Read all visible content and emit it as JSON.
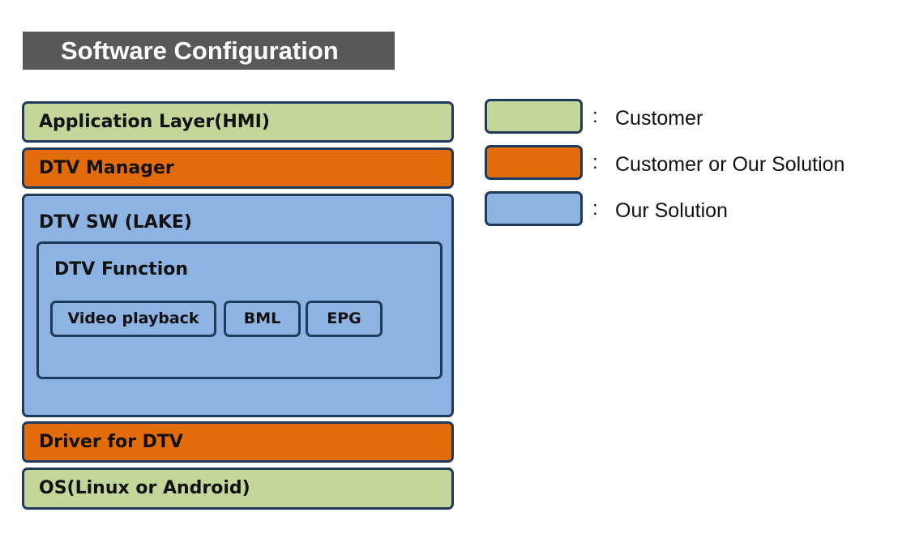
{
  "title": "Software Configuration",
  "layers": {
    "application": "Application Layer(HMI)",
    "dtv_manager": "DTV Manager",
    "dtv_sw": "DTV SW (LAKE)",
    "dtv_function": "DTV Function",
    "functions": [
      "Video playback",
      "BML",
      "EPG"
    ],
    "driver": "Driver for DTV",
    "os": "OS(Linux or Android)"
  },
  "legend": [
    {
      "colon": ":",
      "label": "Customer",
      "color": "#c4d79b"
    },
    {
      "colon": ":",
      "label": "Customer or Our Solution",
      "color": "#e36c0a"
    },
    {
      "colon": ":",
      "label": "Our Solution",
      "color": "#8db3e2"
    }
  ]
}
